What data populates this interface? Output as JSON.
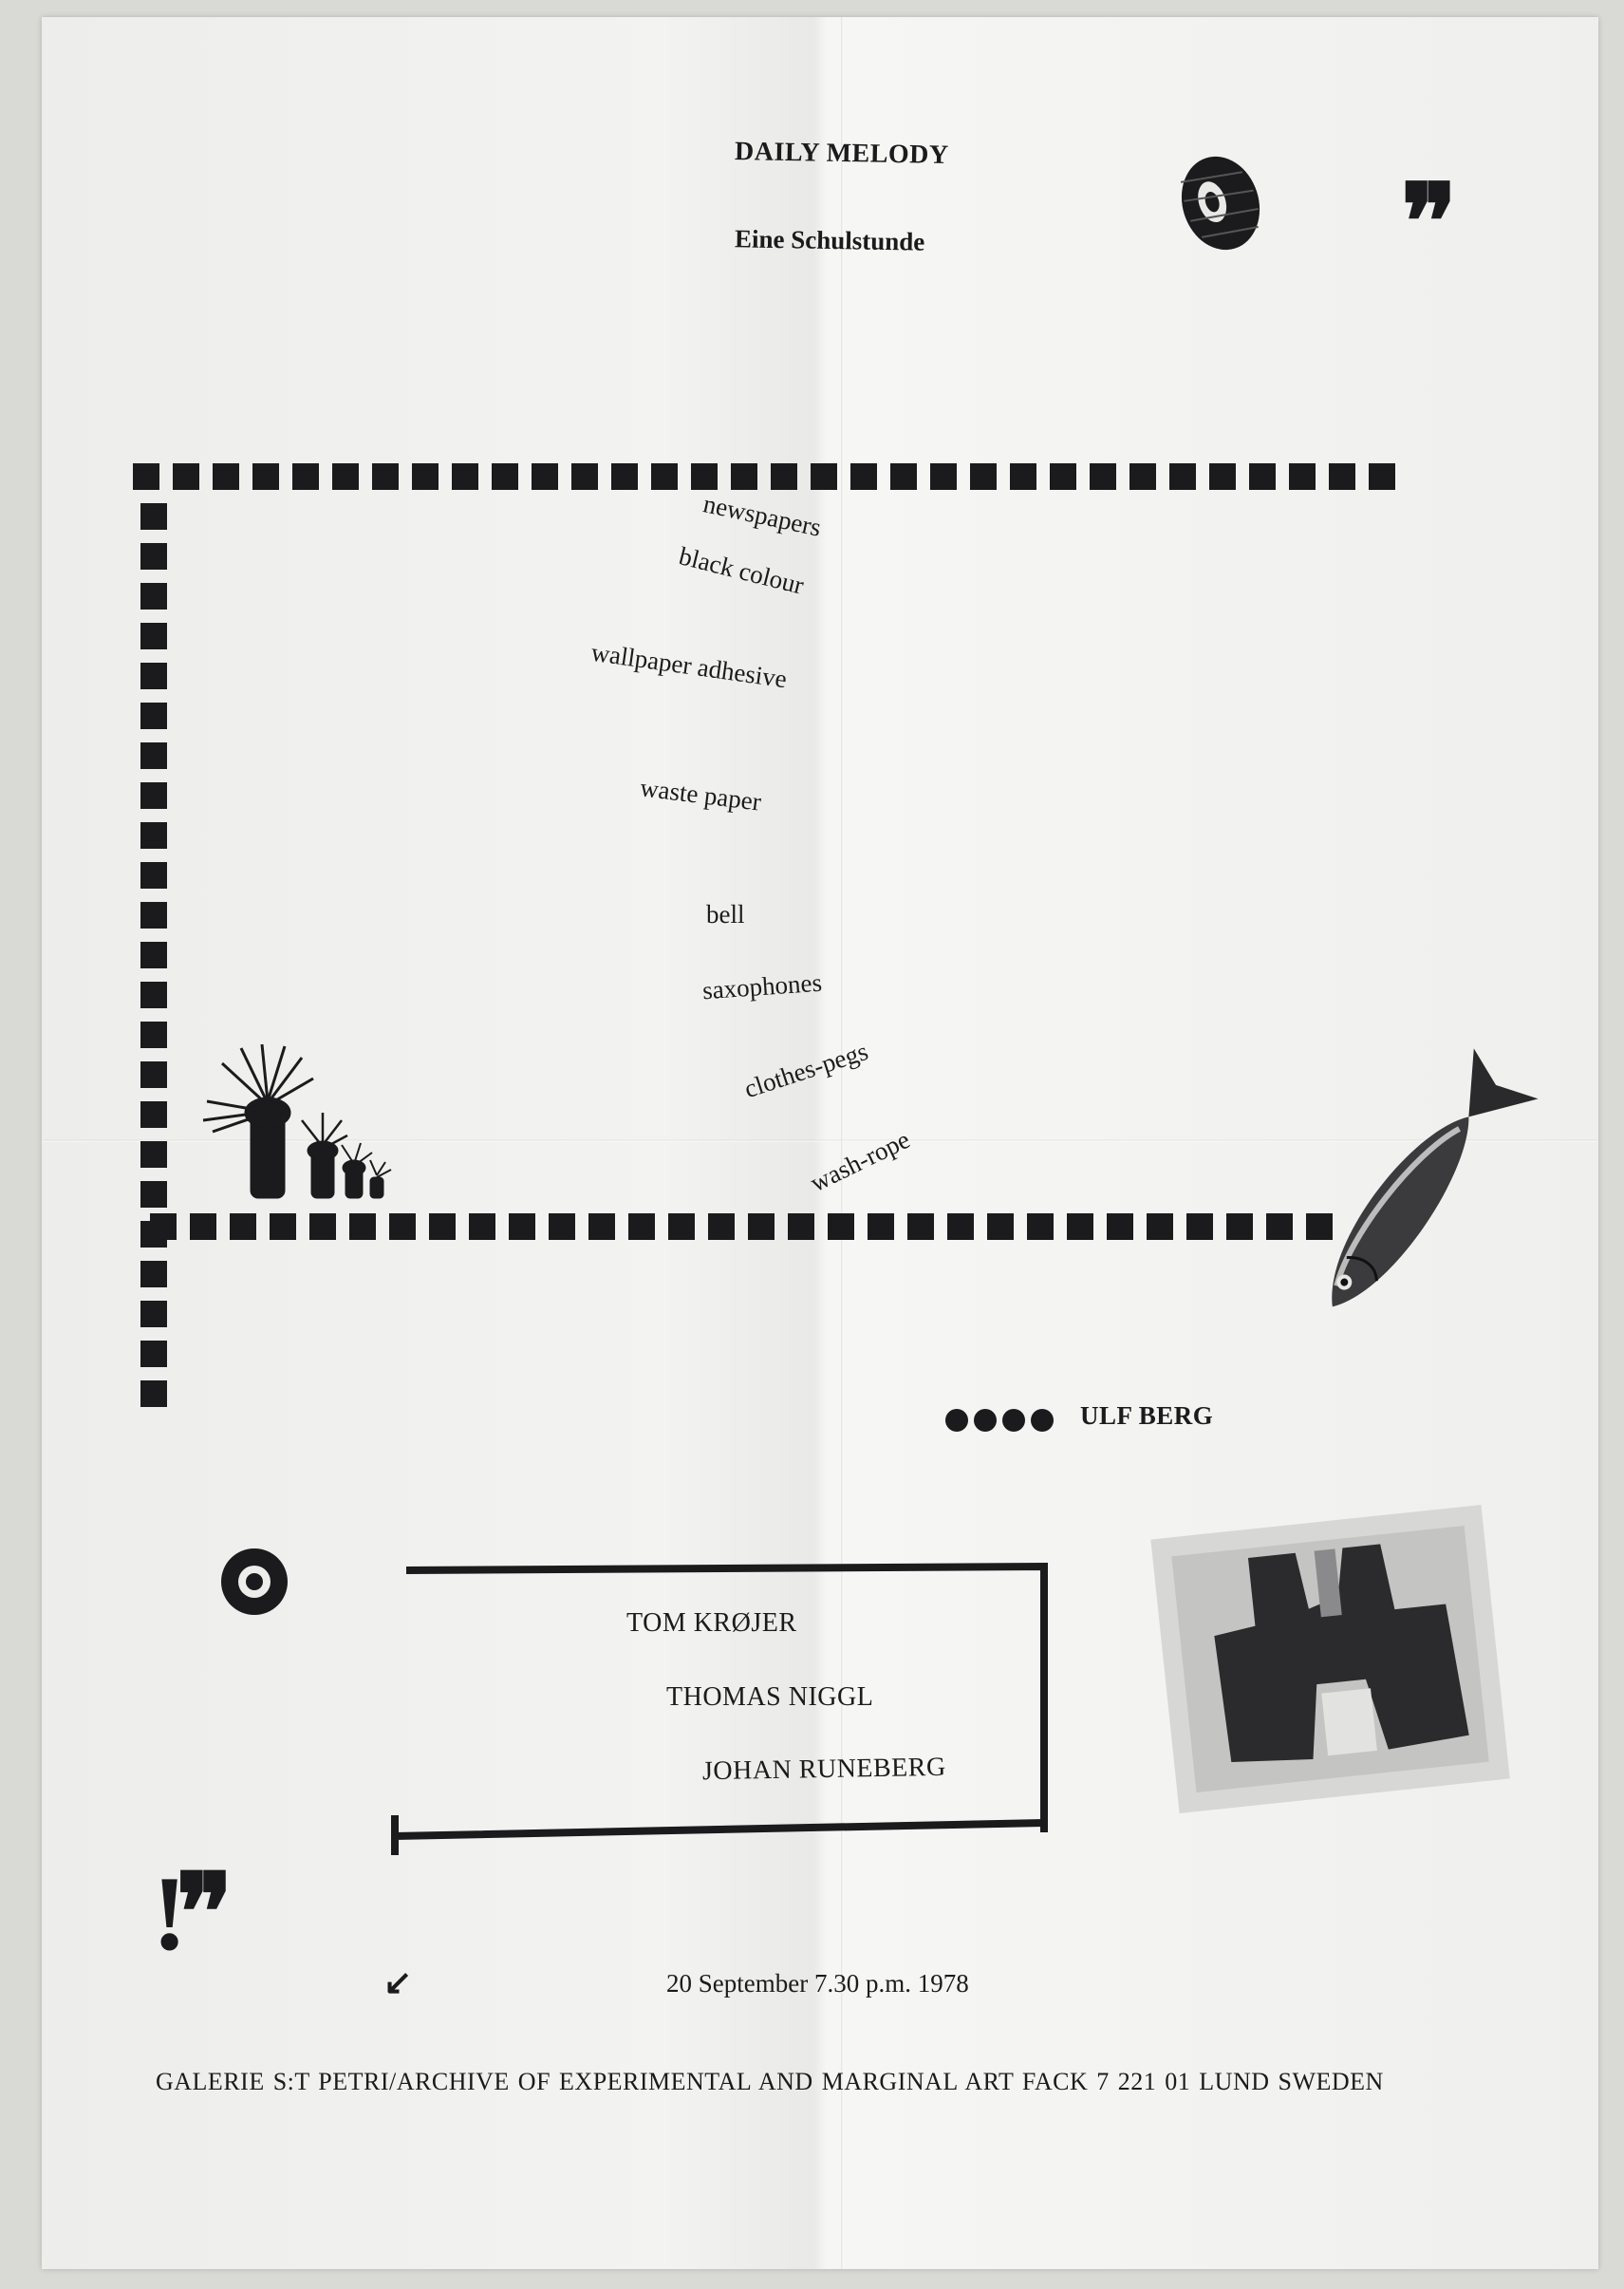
{
  "poster": {
    "title": "DAILY MELODY",
    "subtitle": "Eine Schulstunde",
    "quote_mark_top": "❞",
    "quote_mark_bottom": "!❞",
    "materials": [
      "newspapers",
      "black colour",
      "wallpaper adhesive",
      "waste paper",
      "bell",
      "saxophones",
      "clothes-pegs",
      "wash-rope"
    ],
    "artist_main": "ULF BERG",
    "artists": [
      "TOM KRØJER",
      "THOMAS NIGGL",
      "JOHAN RUNEBERG"
    ],
    "date": "20 September 7.30 p.m. 1978",
    "footer": "GALERIE S:T PETRI/ARCHIVE OF EXPERIMENTAL AND MARGINAL ART  FACK 7  221 01 LUND  SWEDEN",
    "arrow": "↙"
  },
  "icons": [
    "tyre-icon",
    "tree-silhouette-icon",
    "fish-icon",
    "target-icon",
    "binoculars-photo-icon"
  ]
}
